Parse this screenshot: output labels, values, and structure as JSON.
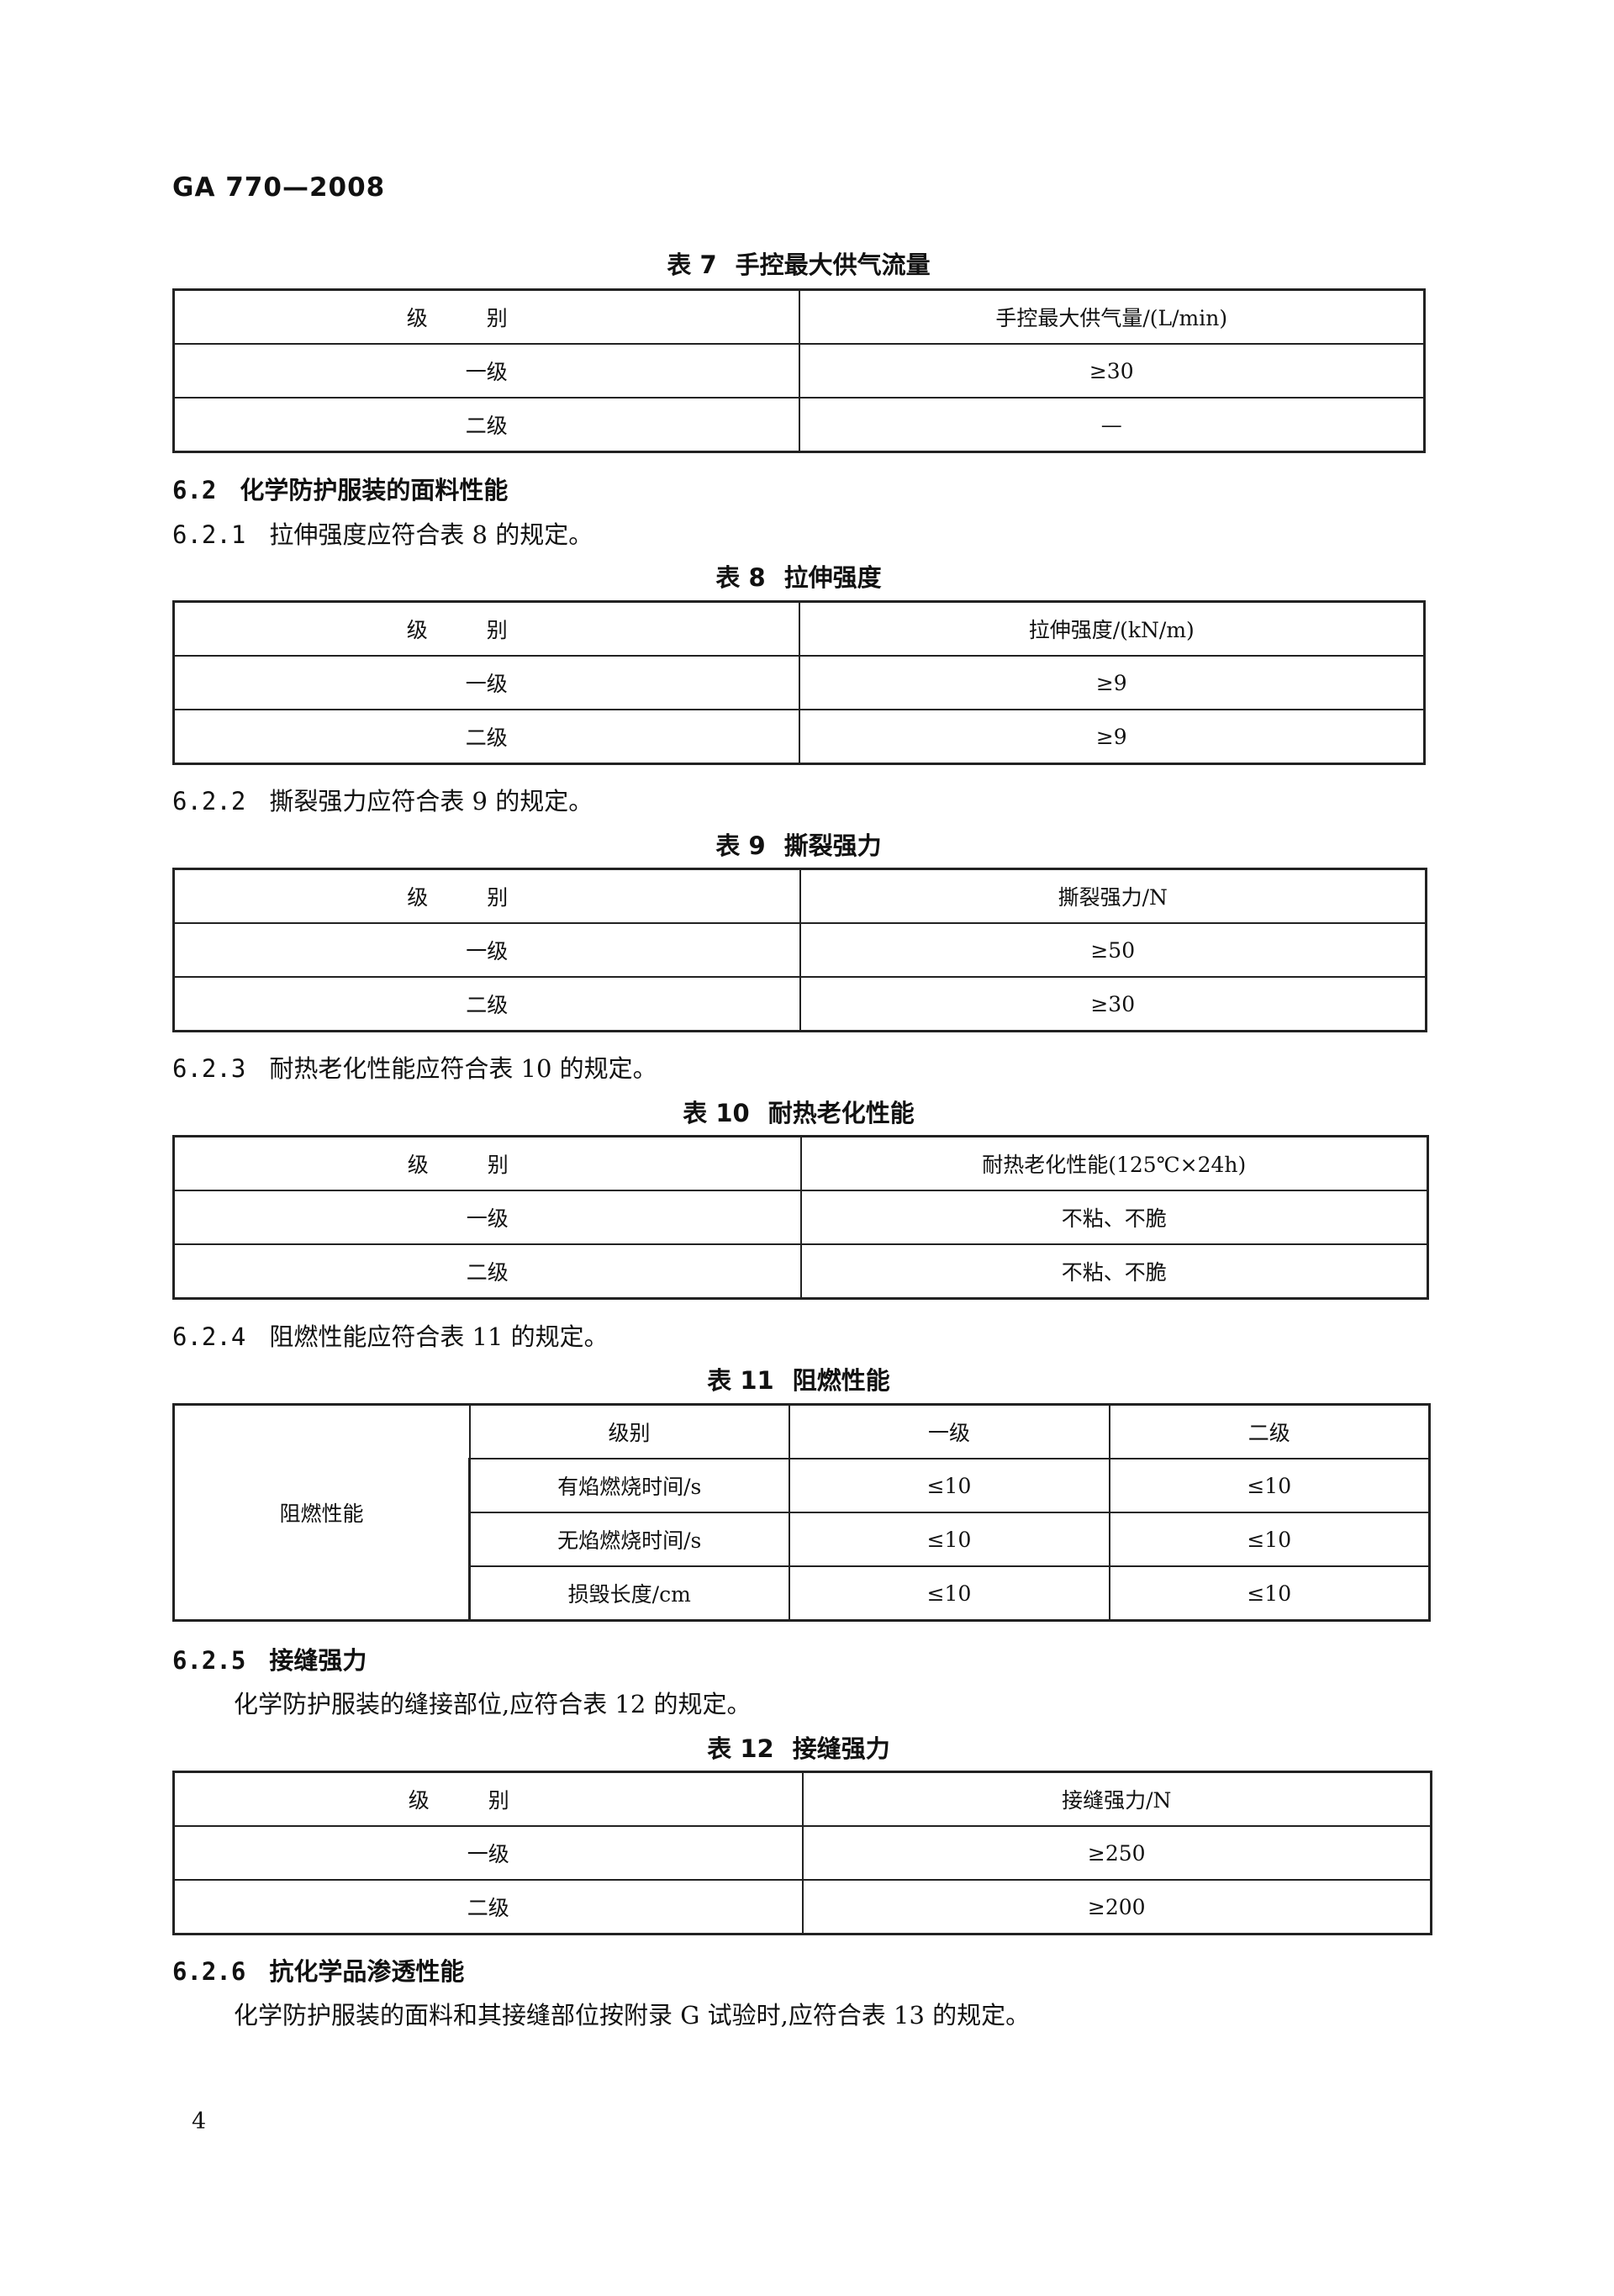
{
  "header": "GA 770—2008",
  "page_number": "4",
  "table7": {
    "caption_no": "表 7",
    "caption_title": "手控最大供气流量",
    "headers": [
      "级别",
      "手控最大供气量/(L/min)"
    ],
    "rows": [
      [
        "一级",
        "≥30"
      ],
      [
        "二级",
        "—"
      ]
    ]
  },
  "s6_2": {
    "num": "6.2",
    "text": "化学防护服装的面料性能"
  },
  "s6_2_1": {
    "num": "6.2.1",
    "text": "拉伸强度应符合表 8 的规定。"
  },
  "table8": {
    "caption_no": "表 8",
    "caption_title": "拉伸强度",
    "headers": [
      "级别",
      "拉伸强度/(kN/m)"
    ],
    "rows": [
      [
        "一级",
        "≥9"
      ],
      [
        "二级",
        "≥9"
      ]
    ]
  },
  "s6_2_2": {
    "num": "6.2.2",
    "text": "撕裂强力应符合表 9 的规定。"
  },
  "table9": {
    "caption_no": "表 9",
    "caption_title": "撕裂强力",
    "headers": [
      "级别",
      "撕裂强力/N"
    ],
    "rows": [
      [
        "一级",
        "≥50"
      ],
      [
        "二级",
        "≥30"
      ]
    ]
  },
  "s6_2_3": {
    "num": "6.2.3",
    "text": "耐热老化性能应符合表 10 的规定。"
  },
  "table10": {
    "caption_no": "表 10",
    "caption_title": "耐热老化性能",
    "headers": [
      "级别",
      "耐热老化性能(125℃×24h)"
    ],
    "rows": [
      [
        "一级",
        "不粘、不脆"
      ],
      [
        "二级",
        "不粘、不脆"
      ]
    ]
  },
  "s6_2_4": {
    "num": "6.2.4",
    "text": "阻燃性能应符合表 11 的规定。"
  },
  "table11": {
    "caption_no": "表 11",
    "caption_title": "阻燃性能",
    "row_label": "阻燃性能",
    "headers": [
      "级别",
      "一级",
      "二级"
    ],
    "rows": [
      [
        "有焰燃烧时间/s",
        "≤10",
        "≤10"
      ],
      [
        "无焰燃烧时间/s",
        "≤10",
        "≤10"
      ],
      [
        "损毁长度/cm",
        "≤10",
        "≤10"
      ]
    ]
  },
  "s6_2_5": {
    "num": "6.2.5",
    "text": "接缝强力"
  },
  "p6_2_5": "化学防护服装的缝接部位,应符合表 12 的规定。",
  "table12": {
    "caption_no": "表 12",
    "caption_title": "接缝强力",
    "headers": [
      "级别",
      "接缝强力/N"
    ],
    "rows": [
      [
        "一级",
        "≥250"
      ],
      [
        "二级",
        "≥200"
      ]
    ]
  },
  "s6_2_6": {
    "num": "6.2.6",
    "text": "抗化学品渗透性能"
  },
  "p6_2_6": "化学防护服装的面料和其接缝部位按附录 G 试验时,应符合表 13 的规定。"
}
